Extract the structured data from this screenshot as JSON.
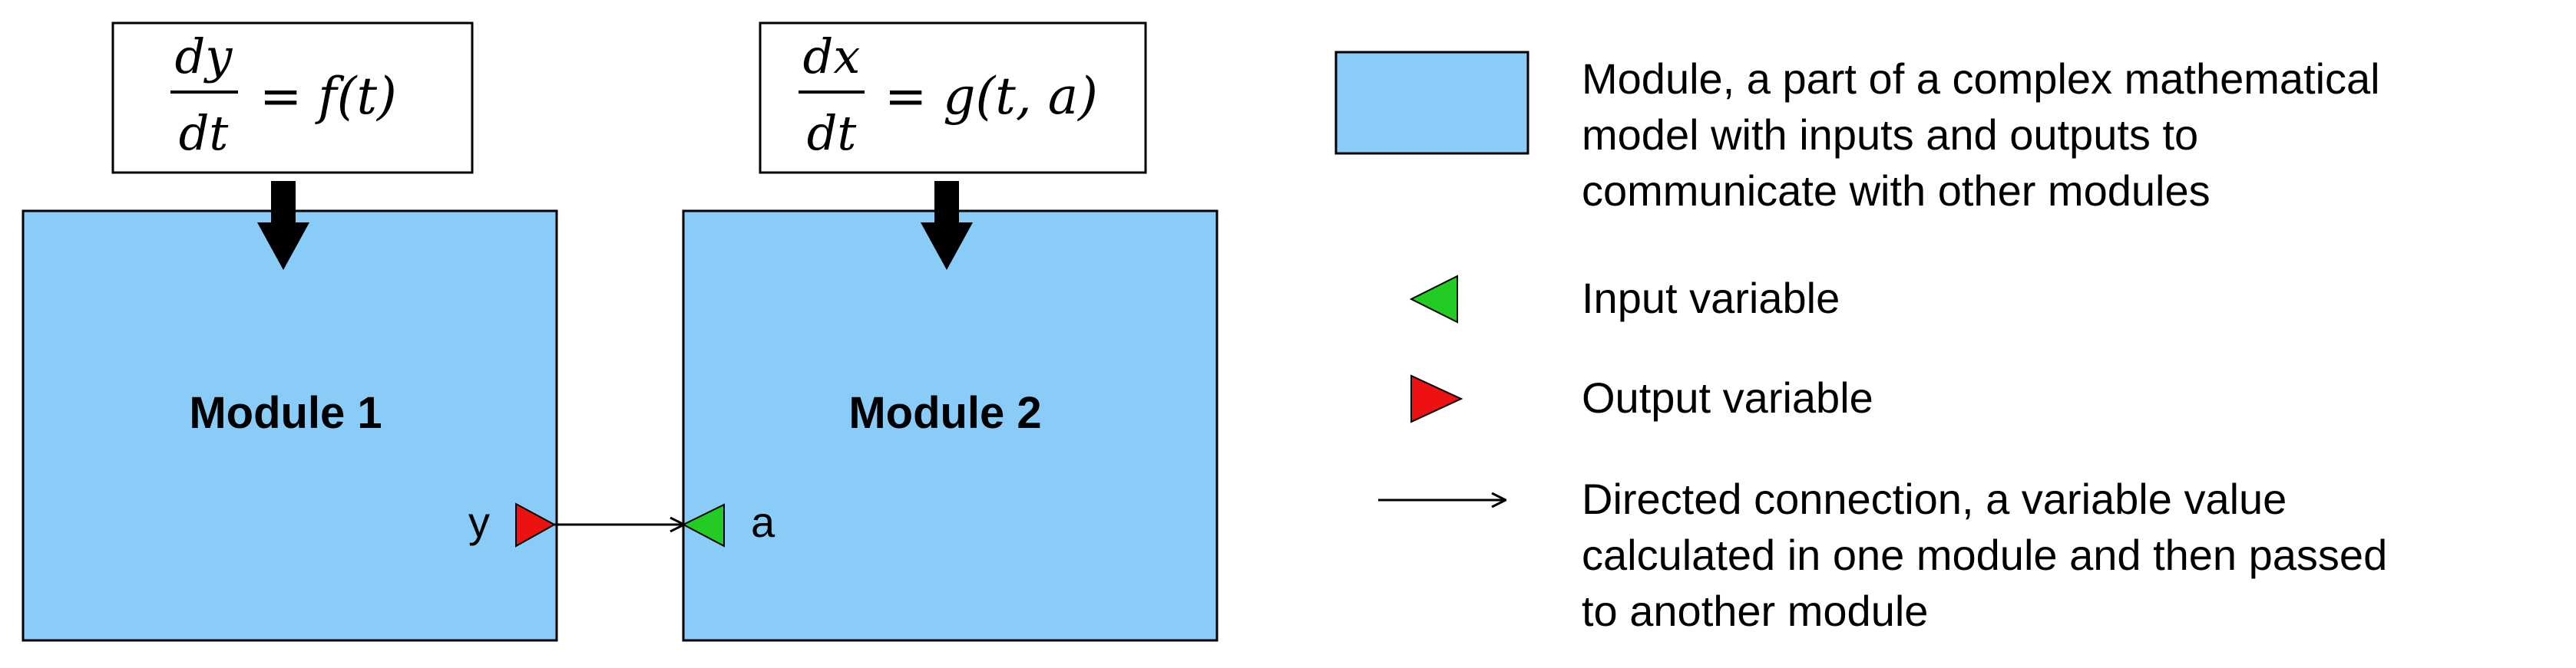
{
  "modules": [
    {
      "label": "Module 1",
      "equation": {
        "numerator": "dy",
        "denominator": "dt",
        "rhs": "= f(t)"
      },
      "port": {
        "kind": "output",
        "label": "y"
      }
    },
    {
      "label": "Module 2",
      "equation": {
        "numerator": "dx",
        "denominator": "dt",
        "rhs": "= g(t, a)"
      },
      "port": {
        "kind": "input",
        "label": "a"
      }
    }
  ],
  "legend": {
    "module": [
      "Module, a part of a complex mathematical",
      "model with inputs and outputs to",
      "communicate with other modules"
    ],
    "input": "Input variable",
    "output": "Output variable",
    "connection": [
      "Directed connection, a variable value",
      "calculated in one module and then passed",
      "to another module"
    ]
  },
  "colors": {
    "module_fill": "#88ccf7",
    "input_port": "#22cc22",
    "output_port": "#ee1111",
    "stroke": "#000000"
  }
}
